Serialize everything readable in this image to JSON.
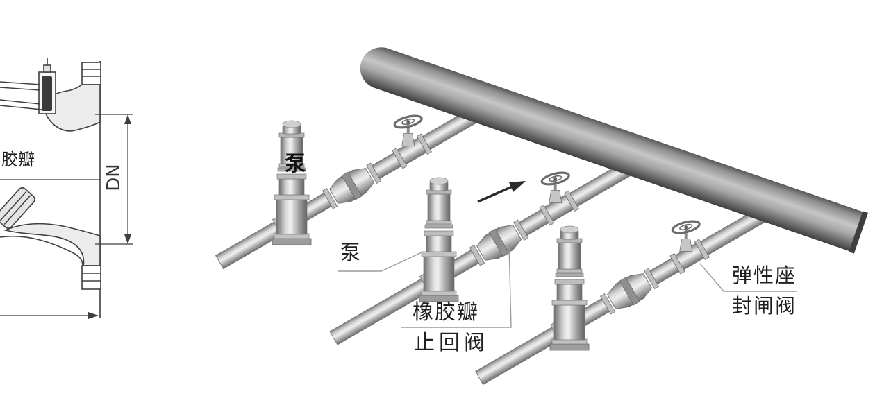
{
  "left_diagram": {
    "flap_label_partial": "胶瓣",
    "dn_dimension_label": "DN"
  },
  "illustration": {
    "pump_tag_label": "泵",
    "pump_callout_label": "泵",
    "check_valve_callout_line1": "橡胶瓣",
    "check_valve_callout_line2": "止回阀",
    "gate_valve_callout_line1": "弹性座",
    "gate_valve_callout_line2": "封闸阀"
  },
  "icons": {
    "flow_direction": "arrow-up-right"
  },
  "colors": {
    "background": "#ffffff",
    "drawing_line": "#3f3f3f",
    "label_text": "#1f1f1f",
    "leader_line": "#9a9a9a",
    "pipe_highlight": "#efefef",
    "pipe_shadow": "#4a4a4a"
  }
}
